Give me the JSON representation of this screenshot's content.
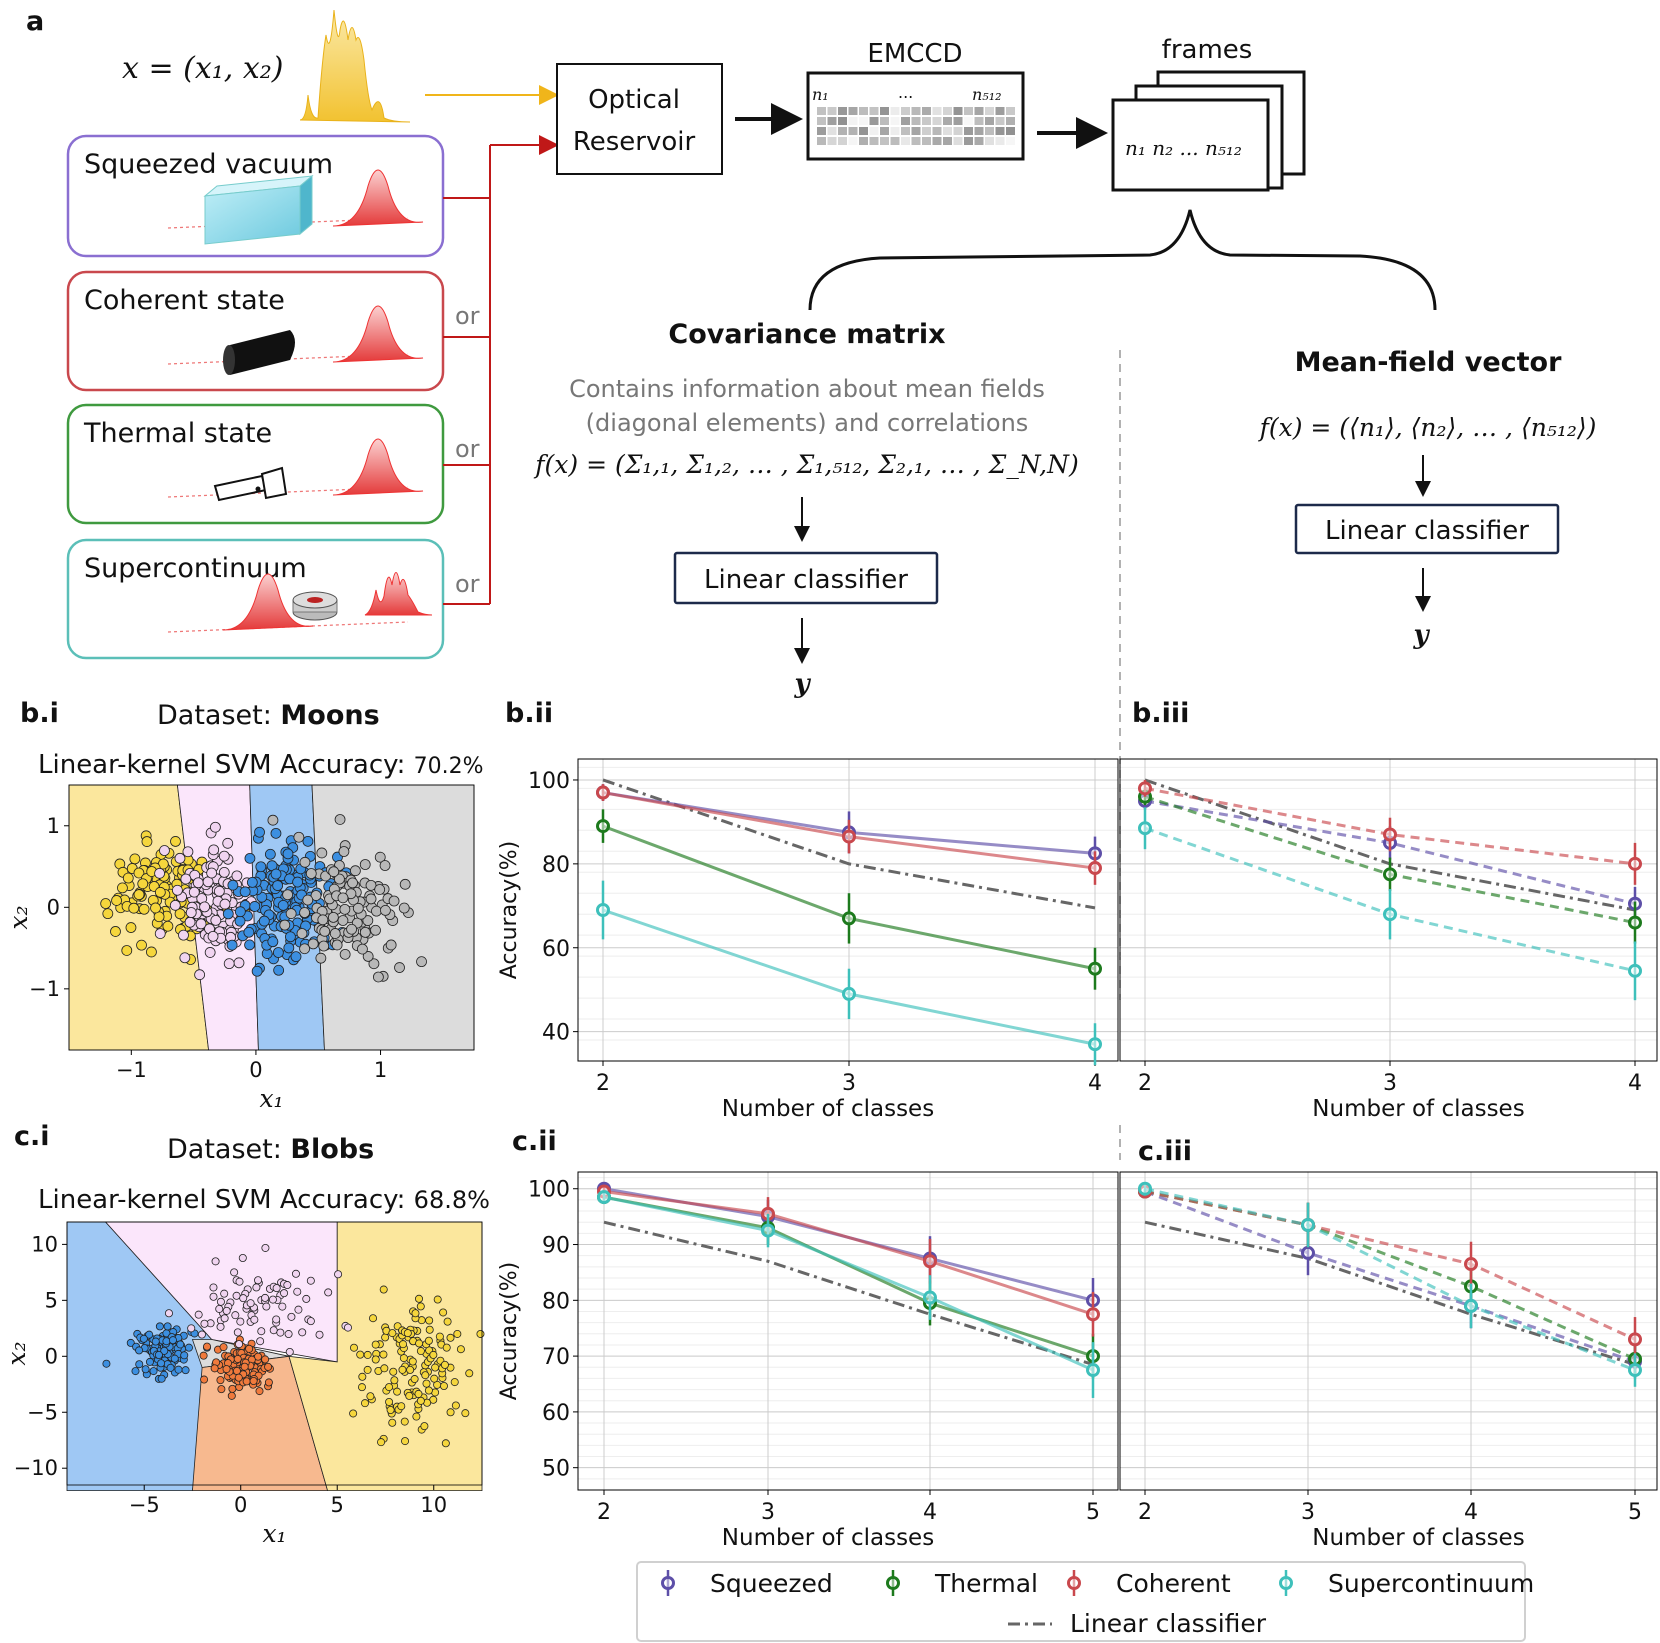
{
  "panel_a": {
    "letter": "a",
    "input_label": "x = (x₁, x₂)",
    "sources": [
      {
        "label": "Squeezed vacuum",
        "color": "#8a6fd1",
        "or": ""
      },
      {
        "label": "Coherent state",
        "color": "#c9484d",
        "or": "or"
      },
      {
        "label": "Thermal state",
        "color": "#3f9a3f",
        "or": "or"
      },
      {
        "label": "Supercontinuum",
        "color": "#5bbfb8",
        "or": "or"
      }
    ],
    "optical_reservoir": [
      "Optical",
      "Reservoir"
    ],
    "emccd_label": "EMCCD",
    "emccd_n1": "n₁",
    "emccd_dots": "...",
    "emccd_n512": "n₅₁₂",
    "frames_label": "frames",
    "frames_content": "n₁ n₂ ... n₅₁₂",
    "covariance": {
      "title": "Covariance matrix",
      "desc_line1": "Contains information about mean fields",
      "desc_line2": "(diagonal elements) and correlations",
      "formula": "f(x) = (Σ₁,₁, Σ₁,₂, … , Σ₁,₅₁₂, Σ₂,₁, … , Σ_N,N)",
      "classifier": "Linear classifier",
      "output": "y"
    },
    "meanfield": {
      "title": "Mean-field vector",
      "formula": "f(x) = (⟨n₁⟩, ⟨n₂⟩, … , ⟨n₅₁₂⟩)",
      "classifier": "Linear classifier",
      "output": "y"
    }
  },
  "panel_bi": {
    "letter": "b.i",
    "dataset_prefix": "Dataset: ",
    "dataset_name": "Moons",
    "svm_label": "Linear-kernel SVM Accuracy:",
    "svm_value": "70.2%",
    "xlabel": "x₁",
    "ylabel": "x₂",
    "xticks": [
      "−1",
      "0",
      "1"
    ],
    "yticks": [
      "1",
      "0",
      "−1"
    ]
  },
  "panel_ci": {
    "letter": "c.i",
    "dataset_prefix": "Dataset: ",
    "dataset_name": "Blobs",
    "svm_label": "Linear-kernel SVM Accuracy:",
    "svm_value": "68.8%",
    "xlabel": "x₁",
    "ylabel": "x₂",
    "xticks": [
      "−5",
      "0",
      "5",
      "10"
    ],
    "yticks": [
      "10",
      "5",
      "0",
      "−5",
      "−10"
    ]
  },
  "chart_data": [
    {
      "id": "b.ii",
      "type": "line",
      "xlabel": "Number of classes",
      "ylabel": "Accuracy(%)",
      "x": [
        2,
        3,
        4
      ],
      "ylim": [
        33,
        105
      ],
      "yticks": [
        40,
        60,
        80,
        100
      ],
      "linestyle": "solid",
      "series": [
        {
          "name": "Squeezed",
          "color": "#5d4fa8",
          "values": [
            97,
            87.5,
            82.5
          ],
          "err": [
            2,
            5,
            4
          ]
        },
        {
          "name": "Thermal",
          "color": "#1d7a1d",
          "values": [
            89,
            67,
            55
          ],
          "err": [
            4,
            6,
            5
          ]
        },
        {
          "name": "Coherent",
          "color": "#c9484d",
          "values": [
            97,
            86.5,
            79
          ],
          "err": [
            2,
            4,
            4
          ]
        },
        {
          "name": "Supercontinuum",
          "color": "#3ec0bb",
          "values": [
            69,
            49,
            37
          ],
          "err": [
            7,
            6,
            5
          ]
        }
      ],
      "linear_classifier": [
        100,
        80,
        69.5
      ]
    },
    {
      "id": "b.iii",
      "type": "line",
      "xlabel": "Number of classes",
      "x": [
        2,
        3,
        4
      ],
      "ylim": [
        33,
        105
      ],
      "linestyle": "dashed",
      "series": [
        {
          "name": "Squeezed",
          "color": "#5d4fa8",
          "values": [
            95,
            85,
            70.5
          ],
          "err": [
            2,
            4,
            4
          ]
        },
        {
          "name": "Thermal",
          "color": "#1d7a1d",
          "values": [
            96,
            77.5,
            66
          ],
          "err": [
            2,
            4,
            5
          ]
        },
        {
          "name": "Coherent",
          "color": "#c9484d",
          "values": [
            98,
            87,
            80
          ],
          "err": [
            2,
            4,
            5
          ]
        },
        {
          "name": "Supercontinuum",
          "color": "#3ec0bb",
          "values": [
            88.5,
            68,
            54.5
          ],
          "err": [
            5,
            6,
            7
          ]
        }
      ],
      "linear_classifier": [
        100,
        80,
        69
      ]
    },
    {
      "id": "c.ii",
      "type": "line",
      "xlabel": "Number of classes",
      "ylabel": "Accuracy(%)",
      "x": [
        2,
        3,
        4,
        5
      ],
      "ylim": [
        46,
        103
      ],
      "yticks": [
        50,
        60,
        70,
        80,
        90,
        100
      ],
      "linestyle": "solid",
      "series": [
        {
          "name": "Squeezed",
          "color": "#5d4fa8",
          "values": [
            100,
            95,
            87.5,
            80
          ],
          "err": [
            1,
            3,
            4,
            4
          ]
        },
        {
          "name": "Thermal",
          "color": "#1d7a1d",
          "values": [
            98.5,
            93,
            79.5,
            70
          ],
          "err": [
            1,
            3,
            4,
            4
          ]
        },
        {
          "name": "Coherent",
          "color": "#c9484d",
          "values": [
            99.5,
            95.5,
            87,
            77.5
          ],
          "err": [
            1,
            3,
            4,
            4
          ]
        },
        {
          "name": "Supercontinuum",
          "color": "#3ec0bb",
          "values": [
            98.5,
            92.5,
            80.5,
            67.5
          ],
          "err": [
            1,
            3,
            4,
            5
          ]
        }
      ],
      "linear_classifier": [
        94,
        87,
        77.5,
        68.5
      ]
    },
    {
      "id": "c.iii",
      "type": "line",
      "xlabel": "Number of classes",
      "x": [
        2,
        3,
        4,
        5
      ],
      "ylim": [
        46,
        103
      ],
      "linestyle": "dashed",
      "series": [
        {
          "name": "Squeezed",
          "color": "#5d4fa8",
          "values": [
            99.5,
            88.5,
            79,
            69
          ],
          "err": [
            1,
            4,
            4,
            3
          ]
        },
        {
          "name": "Thermal",
          "color": "#1d7a1d",
          "values": [
            99.5,
            93.5,
            82.5,
            69.5
          ],
          "err": [
            1,
            4,
            4,
            3
          ]
        },
        {
          "name": "Coherent",
          "color": "#c9484d",
          "values": [
            99.5,
            93.5,
            86.5,
            73
          ],
          "err": [
            1,
            4,
            4,
            4
          ]
        },
        {
          "name": "Supercontinuum",
          "color": "#3ec0bb",
          "values": [
            100,
            93.5,
            79,
            67.5
          ],
          "err": [
            1,
            4,
            4,
            3
          ]
        }
      ],
      "linear_classifier": [
        94,
        87.5,
        77.5,
        68.5
      ]
    }
  ],
  "subplot_letters": {
    "bii": "b.ii",
    "biii": "b.iii",
    "cii": "c.ii",
    "ciii": "c.iii"
  },
  "legend": {
    "entries": [
      {
        "name": "Squeezed",
        "color": "#5d4fa8"
      },
      {
        "name": "Thermal",
        "color": "#1d7a1d"
      },
      {
        "name": "Coherent",
        "color": "#c9484d"
      },
      {
        "name": "Supercontinuum",
        "color": "#3ec0bb"
      }
    ],
    "linear_label": "Linear classifier"
  }
}
